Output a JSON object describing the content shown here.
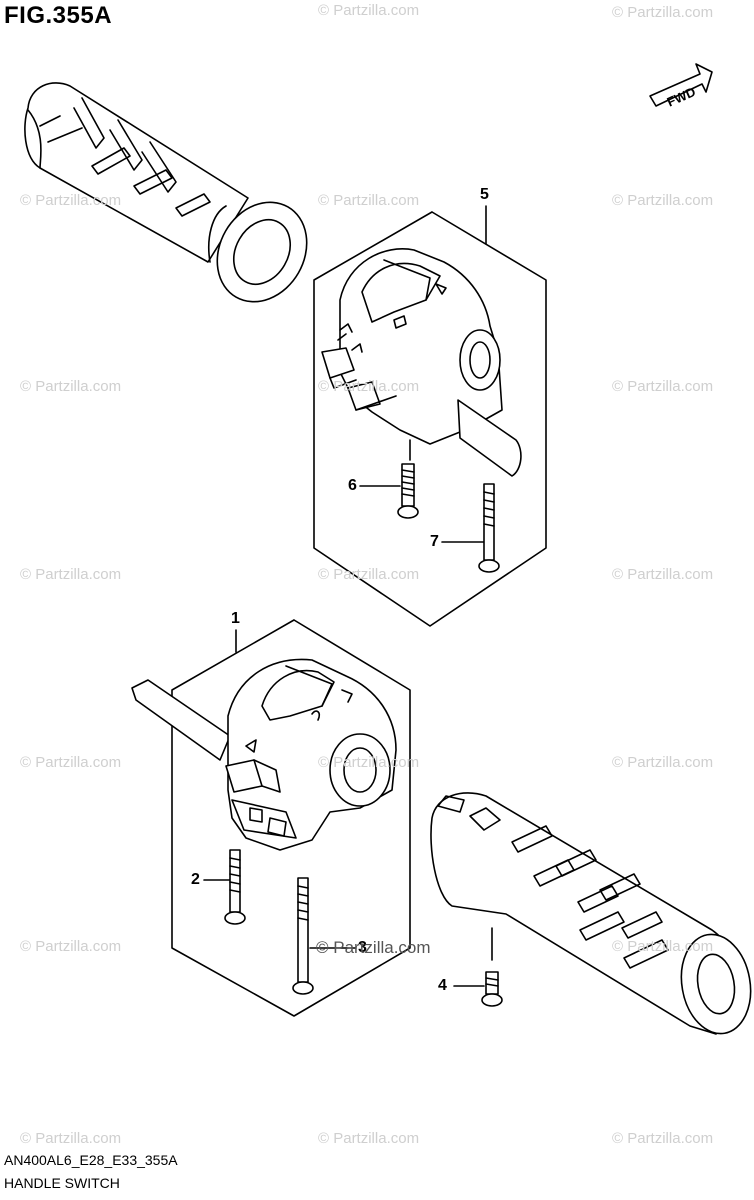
{
  "figure": {
    "title": "FIG.355A",
    "code": "AN400AL6_E28_E33_355A",
    "name": "HANDLE SWITCH"
  },
  "direction": {
    "label": "FWD"
  },
  "parts": {
    "p1": "1",
    "p2": "2",
    "p3": "3",
    "p4": "4",
    "p5": "5",
    "p6": "6",
    "p7": "7"
  },
  "watermark": {
    "text": "© Partzilla.com"
  },
  "colors": {
    "line": "#000000",
    "watermark": "#cfcfcf",
    "background": "#ffffff"
  }
}
